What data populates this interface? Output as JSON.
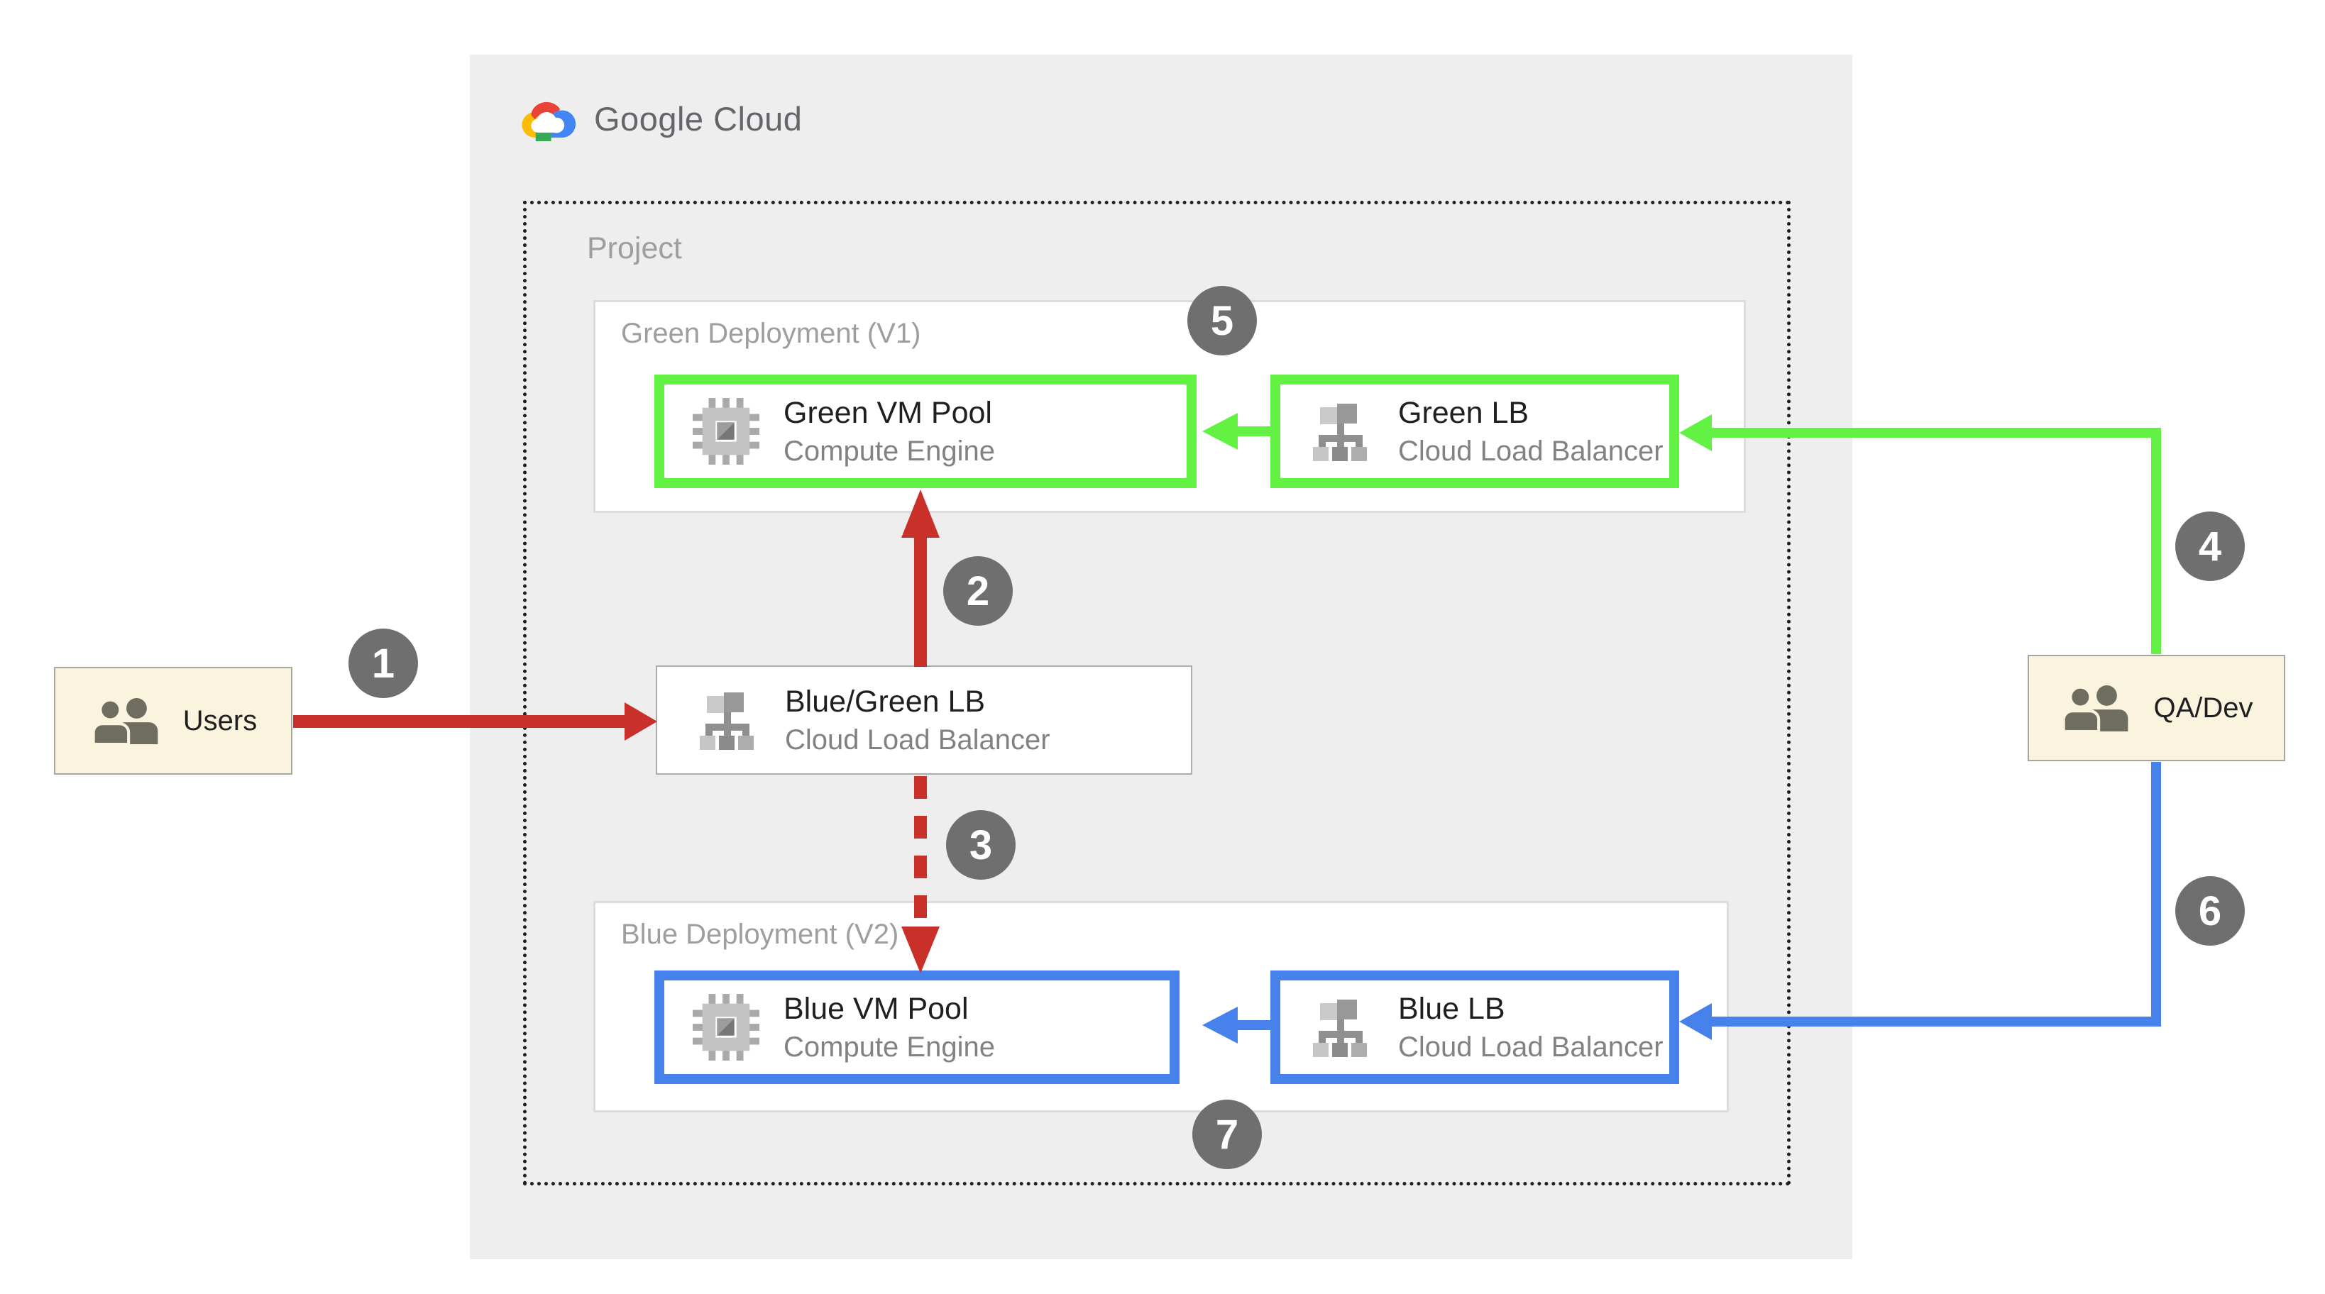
{
  "logo": {
    "text": "Google Cloud"
  },
  "project": {
    "label": "Project"
  },
  "groups": {
    "green": {
      "label": "Green Deployment (V1)"
    },
    "blue": {
      "label": "Blue Deployment (V2)"
    }
  },
  "nodes": {
    "green_vm_pool": {
      "title": "Green VM Pool",
      "subtitle": "Compute Engine"
    },
    "green_lb": {
      "title": "Green LB",
      "subtitle": "Cloud Load Balancer"
    },
    "blue_green_lb": {
      "title": "Blue/Green LB",
      "subtitle": "Cloud Load Balancer"
    },
    "blue_vm_pool": {
      "title": "Blue VM Pool",
      "subtitle": "Compute Engine"
    },
    "blue_lb": {
      "title": "Blue LB",
      "subtitle": "Cloud Load Balancer"
    }
  },
  "actors": {
    "users": {
      "label": "Users"
    },
    "qa_dev": {
      "label": "QA/Dev"
    }
  },
  "steps": {
    "s1": "1",
    "s2": "2",
    "s3": "3",
    "s4": "4",
    "s5": "5",
    "s6": "6",
    "s7": "7"
  },
  "colors": {
    "green_accent": "#63F144",
    "blue_accent": "#4781EC",
    "red_accent": "#C9302A",
    "badge_gray": "#6F6F6F",
    "panel_gray": "#EEEEEE",
    "actor_cream": "#FAF4DE"
  }
}
